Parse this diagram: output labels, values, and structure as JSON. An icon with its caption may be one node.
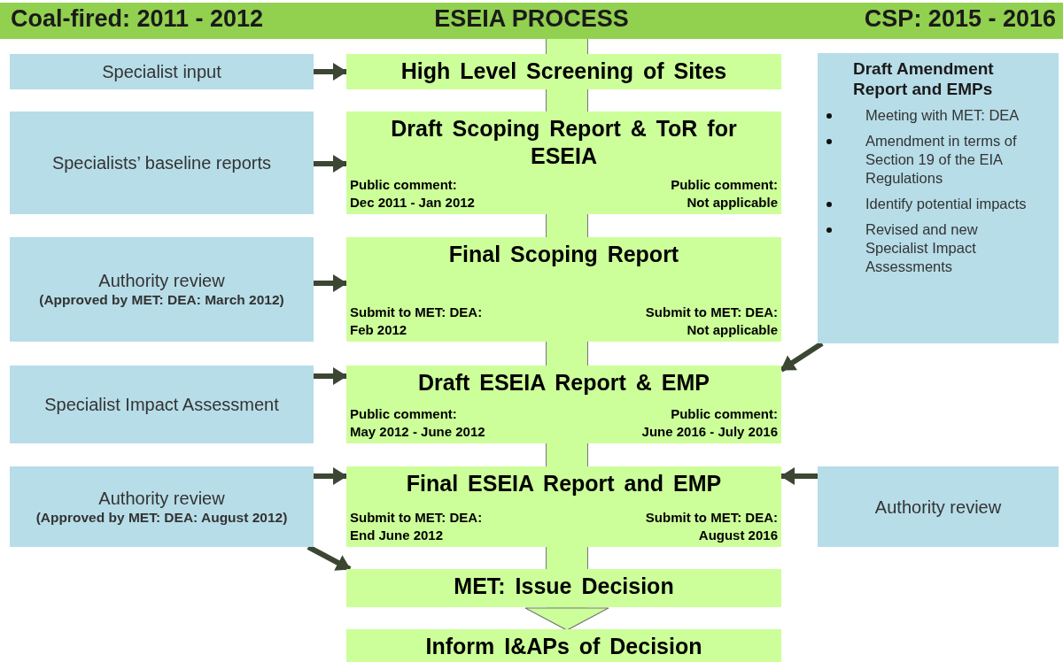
{
  "diagram": {
    "nodes": [
      {
        "text": [
          "Coal-fired: 2011 - 2012",
          "ESEIA PROCESS",
          "CSP: 2015 - 2016"
        ]
      },
      {
        "text": [
          "High Level Screening of Sites"
        ]
      },
      {
        "text": [
          "Draft Scoping Report & ToR for ESEIA",
          "Public comment: Dec 2011 - Jan 2012",
          "Public comment: Not applicable"
        ]
      },
      {
        "text": [
          "Final Scoping Report",
          "Submit to MET: DEA: Feb 2012",
          "Submit to MET: DEA: Not applicable"
        ]
      },
      {
        "text": [
          "Draft ESEIA Report & EMP",
          "Public comment: May 2012 - June 2012",
          "Public comment: June 2016 - July 2016"
        ]
      },
      {
        "text": [
          "Final ESEIA Report and EMP",
          "Submit to MET: DEA: End June 2012",
          "Submit to MET: DEA: August 2016"
        ]
      },
      {
        "text": [
          "MET: Issue Decision"
        ]
      },
      {
        "text": [
          "Inform I&APs of Decision"
        ]
      },
      {
        "text": [
          "Specialist input"
        ]
      },
      {
        "text": [
          "Specialists’ baseline reports"
        ]
      },
      {
        "text": [
          "Authority review",
          "(Approved by MET: DEA: March 2012)"
        ]
      },
      {
        "text": [
          "Specialist Impact Assessment"
        ]
      },
      {
        "text": [
          "Authority review",
          "(Approved by MET: DEA: August 2012)"
        ]
      },
      {
        "text": [
          "Draft Amendment Report and EMPs",
          "Meeting with MET: DEA",
          "Amendment in terms of Section 19 of the EIA Regulations",
          "Identify potential impacts",
          "Revised and new Specialist Impact Assessments"
        ]
      },
      {
        "text": [
          "Authority review"
        ]
      }
    ],
    "edges": [
      {
        "from": 0,
        "to": 1,
        "arrow": "none",
        "style": "thick",
        "color": "#ccff99"
      },
      {
        "from": 1,
        "to": 2,
        "arrow": "none",
        "style": "thick",
        "color": "#ccff99"
      },
      {
        "from": 2,
        "to": 3,
        "arrow": "none",
        "style": "thick",
        "color": "#ccff99"
      },
      {
        "from": 3,
        "to": 4,
        "arrow": "none",
        "style": "thick",
        "color": "#ccff99"
      },
      {
        "from": 4,
        "to": 5,
        "arrow": "none",
        "style": "thick",
        "color": "#ccff99"
      },
      {
        "from": 5,
        "to": 6,
        "arrow": "none",
        "style": "thick",
        "color": "#ccff99"
      },
      {
        "from": 6,
        "to": 7,
        "arrow": "to",
        "style": "thick",
        "color": "#ccff99"
      },
      {
        "from": 8,
        "to": 1,
        "arrow": "to"
      },
      {
        "from": 9,
        "to": 2,
        "arrow": "to"
      },
      {
        "from": 10,
        "to": 3,
        "arrow": "to"
      },
      {
        "from": 11,
        "to": 4,
        "arrow": "to"
      },
      {
        "from": 12,
        "to": 5,
        "arrow": "to"
      },
      {
        "from": 12,
        "to": 6,
        "arrow": "to"
      },
      {
        "from": 13,
        "to": 4,
        "arrow": "to"
      },
      {
        "from": 14,
        "to": 5,
        "arrow": "to"
      }
    ]
  }
}
